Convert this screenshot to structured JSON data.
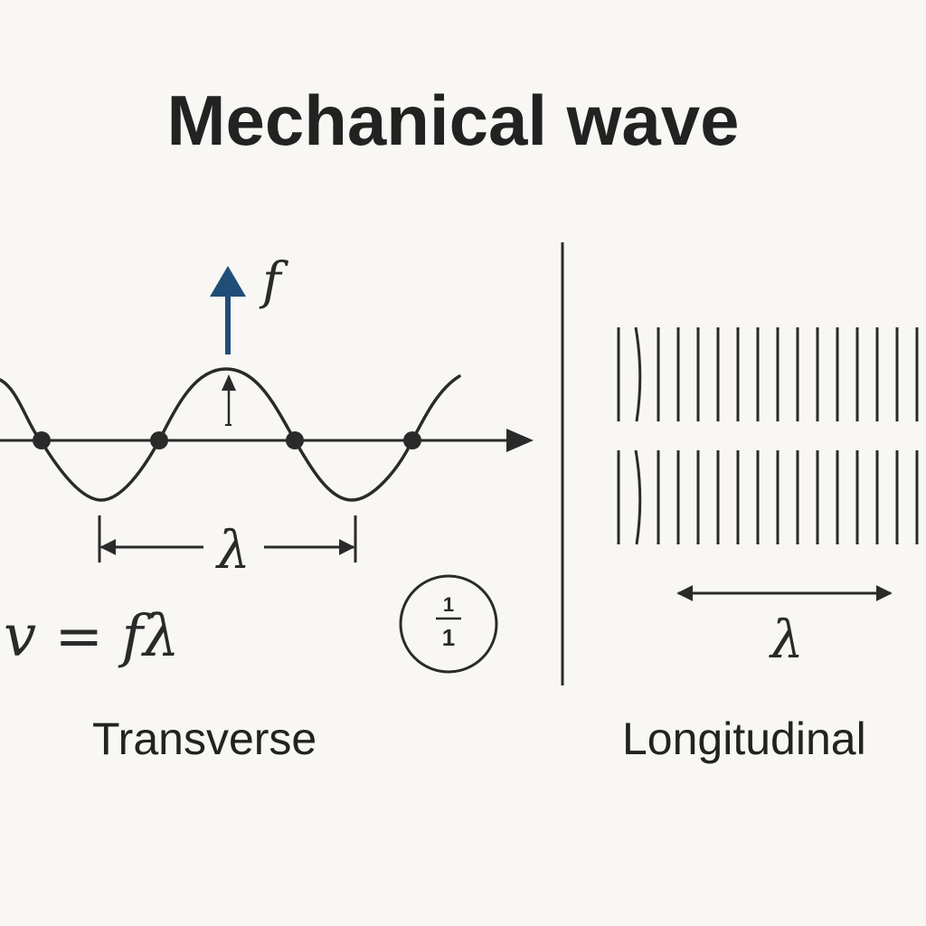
{
  "title": "Mechanical wave",
  "transverse": {
    "caption": "Transverse",
    "frequency_label": "f",
    "wavelength_label": "λ",
    "equation": "v = fλ",
    "badge_top": "1",
    "badge_bottom": "1"
  },
  "longitudinal": {
    "caption": "Longitudinal",
    "wavelength_label": "λ"
  },
  "colors": {
    "ink": "#2a2a2a",
    "arrow_blue": "#1f4e79",
    "background": "#f8f7f3"
  }
}
